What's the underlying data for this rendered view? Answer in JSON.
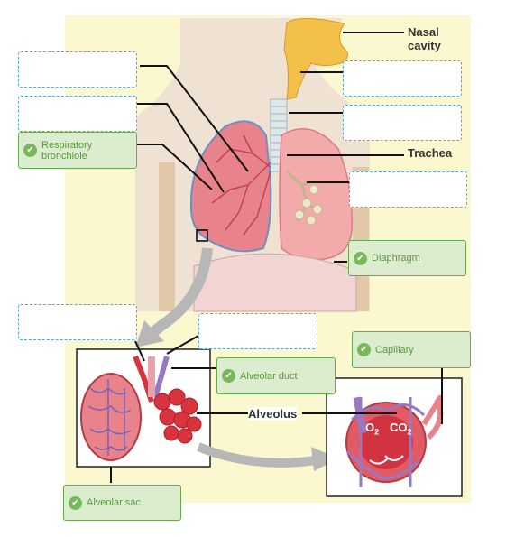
{
  "labels": {
    "nasal_cavity": "Nasal\ncavity",
    "trachea": "Trachea",
    "alveolus": "Alveolus",
    "o2": "O",
    "o2_sub": "2",
    "co2": "CO",
    "co2_sub": "2"
  },
  "answers": {
    "respiratory_bronchiole": "Respiratory bronchiole",
    "diaphragm": "Diaphragm",
    "capillary": "Capillary",
    "alveolar_duct": "Alveolar duct",
    "alveolar_sac": "Alveolar sac"
  },
  "check_glyph": "✔",
  "colors": {
    "background_panel": "#fbf8cf",
    "lung": "#e8838b",
    "capillary_red": "#d9333d",
    "vein_purple": "#9a78c0",
    "answer_fill": "#dcedcf",
    "answer_border": "#6aa84f",
    "dropzone_border": "#5aa5d6"
  }
}
